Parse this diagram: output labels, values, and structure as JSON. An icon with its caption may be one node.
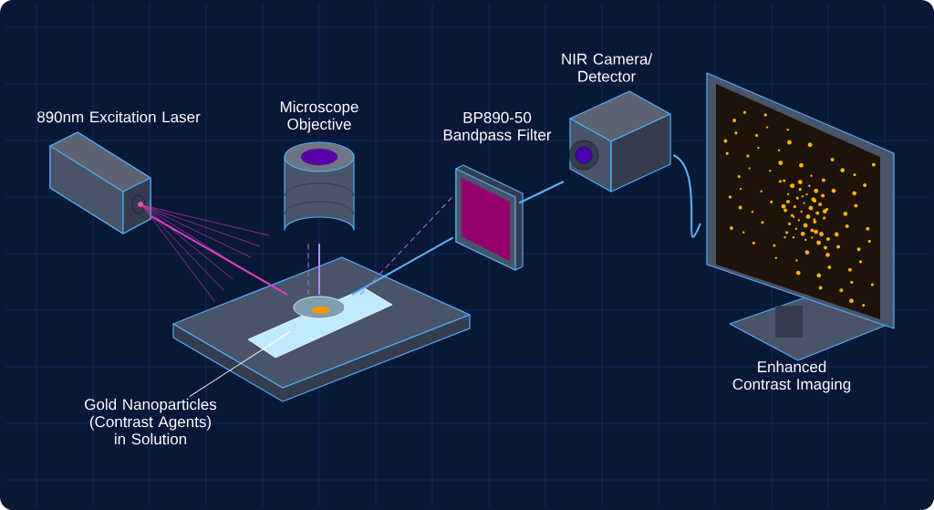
{
  "diagram": {
    "nodes": [
      {
        "text": [
          "890nm Excitation Laser"
        ]
      },
      {
        "text": [
          "Microscope Objective"
        ]
      },
      {
        "text": [],
        "shape": "picture"
      },
      {
        "text": [],
        "shape": "picture",
        "in": 2
      },
      {
        "text": [
          "Gold Nanoparticles (Contrast Agents) in Solution"
        ]
      },
      {
        "text": [
          "BP890-50 Bandpass Filter"
        ]
      },
      {
        "text": [
          "NIR Camera/ Detector"
        ]
      },
      {
        "text": [
          "Enhanced Contrast Imaging"
        ]
      }
    ],
    "edges": [
      {
        "from": 0,
        "to": 3,
        "arrow": "none",
        "color": "#e040c8"
      },
      {
        "from": 1,
        "to": 3,
        "arrow": "none",
        "color": "#b08cff"
      },
      {
        "from": 1,
        "to": 3,
        "arrow": "none",
        "style": "dashed",
        "color": "#b070ff"
      },
      {
        "from": 3,
        "to": 5,
        "arrow": "none"
      },
      {
        "from": 3,
        "to": 5,
        "arrow": "none",
        "style": "dashed",
        "color": "#b070ff"
      },
      {
        "from": 5,
        "to": 6,
        "arrow": "none"
      },
      {
        "from": 6,
        "to": 7,
        "arrow": "none"
      },
      {
        "from": 4,
        "to": 3,
        "arrow": "none",
        "color": "#ffffff"
      }
    ]
  }
}
